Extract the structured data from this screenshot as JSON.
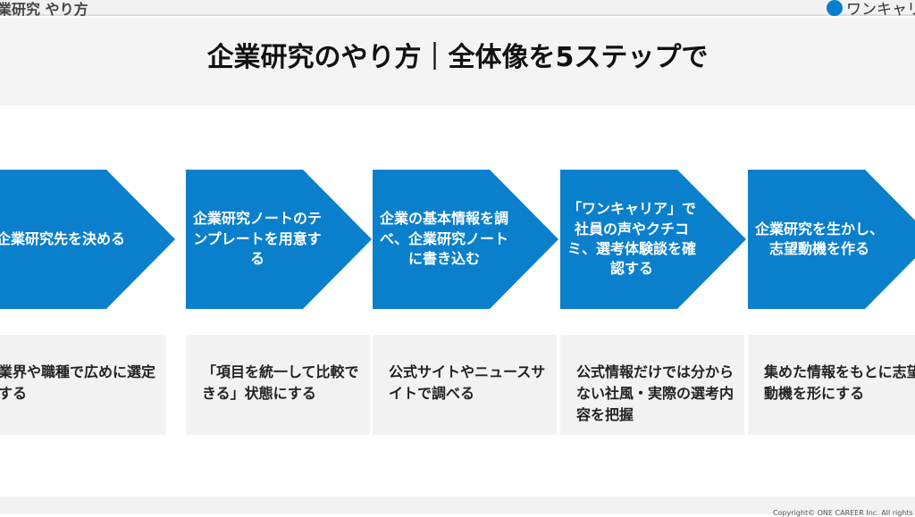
{
  "header": {
    "section": "企業研究 やり方",
    "logo_text": "ワンキャリア"
  },
  "title": "企業研究のやり方｜全体像を5ステップで",
  "accent_color": "#0a80cc",
  "steps": [
    {
      "label": "企業研究先を決める",
      "desc": "業界や職種で広めに選定する"
    },
    {
      "label": "企業研究ノートのテンプレートを用意する",
      "desc": "「項目を統一して比較できる」状態にする"
    },
    {
      "label": "企業の基本情報を調べ、企業研究ノートに書き込む",
      "desc": "公式サイトやニュースサイトで調べる"
    },
    {
      "label": "「ワンキャリア」で社員の声やクチコミ、選考体験談を確認する",
      "desc": "公式情報だけでは分からない社風・実際の選考内容を把握"
    },
    {
      "label": "企業研究を生かし、志望動機を作る",
      "desc": "集めた情報をもとに志望動機を形にする"
    }
  ],
  "footer": {
    "copyright": "Copyright© ONE CAREER Inc. All rights reserved."
  }
}
